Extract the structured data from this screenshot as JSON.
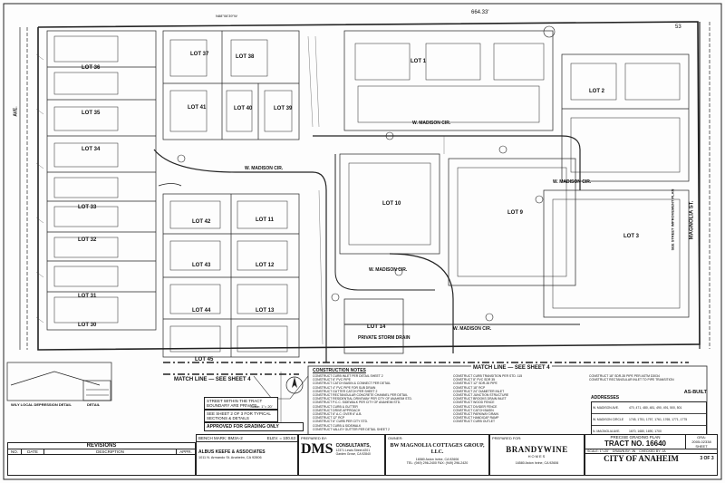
{
  "header": {
    "top_dim_left": "N88°06'39\"W",
    "top_dim_right": "664.33'",
    "sheet_corner": "53"
  },
  "lots": {
    "lot1": "LOT 1",
    "lot2": "LOT 2",
    "lot3": "LOT 3",
    "lot9": "LOT 9",
    "lot10": "LOT 10",
    "lot11": "LOT 11",
    "lot12": "LOT 12",
    "lot13": "LOT 13",
    "lot14": "LOT 14",
    "lot36": "LOT 36",
    "lot35": "LOT 35",
    "lot34": "LOT 34",
    "lot33": "LOT 33",
    "lot32": "LOT 32",
    "lot31": "LOT 31",
    "lot30": "LOT 30",
    "lot37": "LOT 37",
    "lot38": "LOT 38",
    "lot39": "LOT 39",
    "lot40": "LOT 40",
    "lot41": "LOT 41",
    "lot42": "LOT 42",
    "lot43": "LOT 43",
    "lot44": "LOT 44",
    "lot45": "LOT 45"
  },
  "streets": {
    "madison_cir": "W. MADISON CIR.",
    "magnolia": "MAGNOLIA ST.",
    "see_street_plan": "SEE STREET IMPROVEMENT PLAN",
    "private_storm_drain": "PRIVATE STORM DRAIN",
    "avenue_left": "AVE."
  },
  "match_line_main": "MATCH LINE — SEE SHEET 4",
  "match_line_left": "MATCH LINE — SEE SHEET 4",
  "notes_left": {
    "private_streets": "STREET WITHIN THE TRACT BOUNDARY ARE PRIVATE",
    "see_sheet": "SEE SHEET 2 OF 3 FOR TYPICAL SECTIONS & DETAILS",
    "approved": "APPROVED FOR GRADING ONLY",
    "low_point": "W/LY LOCAL DEPRESSION DETAIL",
    "detail": "DETAIL"
  },
  "construction_notes": {
    "title": "CONSTRUCTION NOTES",
    "col1": [
      "CONSTRUCT CURB INLET PER DETAIL SHEET 2",
      "CONSTRUCT 6\" PVC PIPE",
      "CONSTRUCT CATCH BASIN & CONNECT PER DETAIL",
      "CONSTRUCT 4\" PVC PIPE FOR SUB DRAIN",
      "CONSTRUCT GUTTER CATCH PER SHEET 2",
      "CONSTRUCT RECTANGULAR CONCRETE CHANNEL PER DETAIL",
      "CONSTRUCT RESIDENTIAL DRIVEWAY PER CITY OF ANAHEIM STD.",
      "CONSTRUCT P.C.C. SIDEWALK PER CITY OF ANAHEIM STD.",
      "CONSTRUCT CURB & GUTTER",
      "CONSTRUCT DRIVE APPROACH",
      "CONSTRUCT 6\" A.C. OVER 6\" A.B.",
      "CONSTRUCT 12\" RCP",
      "CONSTRUCT 6\" CURB PER CITY STD.",
      "CONSTRUCT CURB & SIDEWALK",
      "CONSTRUCT VALLEY GUTTER PER DETAIL SHEET 2"
    ],
    "col2": [
      "CONSTRUCT CURB TRANSITION PER STD. 115",
      "CONSTRUCT 8\" PVC SDR 35",
      "CONSTRUCT 12\" SDR-35 PIPE",
      "CONSTRUCT 18\" RCP",
      "CONSTRUCT 24\" DIAMETER INLET",
      "CONSTRUCT JUNCTION STRUCTURE",
      "CONSTRUCT BROOKS DRAIN INLET",
      "CONSTRUCT WOOD FENCE",
      "CONSTRUCT DIVIDER FENCE",
      "CONSTRUCT CATCH BASIN",
      "CONSTRUCT PARKWAY DRAIN",
      "CONSTRUCT HANDICAP RAMP",
      "CONSTRUCT CURB OUTLET"
    ],
    "col3": [
      "CONSTRUCT 18\" SDR-35 PIPE PER ASTM D3034",
      "CONSTRUCT RECTANGULAR INLET TO PIPE TRANSITION"
    ]
  },
  "addresses": {
    "title": "ADDRESSES",
    "asbuilt": "AS-BUILT",
    "rows": [
      {
        "street": "W. MADISON AVE.",
        "nums": "470, 471, 480, 481, 490, 491, 500, 501"
      },
      {
        "street": "W. MADISON CIRCLE",
        "nums": "1745, 1751, 1757, 1761, 1765, 1771, 1775"
      },
      {
        "street": "N. MAGNOLIA AVE.",
        "nums": "1670, 1680, 1690, 1700"
      }
    ]
  },
  "revisions": {
    "title": "REVISIONS",
    "cols": [
      "NO.",
      "DATE",
      "DESCRIPTION",
      "APPR."
    ]
  },
  "benchmark": {
    "text": "BENCH MARK: BM3A-2",
    "elev": "ELEV. = 100.63"
  },
  "engineer": {
    "name": "ALBUS KEEFE & ASSOCIATES",
    "address": "1011 N. Armando St. Anaheim, CA 92806"
  },
  "prepared_by": {
    "label": "PREPARED BY:",
    "firm": "DMS",
    "firm_sub": "CONSULTANTS,",
    "addr": "12371 Lewis Street #201 Garden Grove, CA 92840"
  },
  "owner": {
    "label": "OWNER:",
    "name": "BW MAGNOLIA COTTAGES GROUP, LLC.",
    "addr": "16580 Aston Irvine, CA 92606",
    "phone": "TEL: (949) 296-2400  FAX: (949) 296-2420"
  },
  "prepared_for": {
    "label": "PREPARED FOR:",
    "name": "BRANDYWINE",
    "sub": "HOMES",
    "addr": "16580 Aston Irvine, CA 92606"
  },
  "title_block": {
    "plan": "PRECISE GRADING PLAN",
    "tract": "TRACT NO. 16640",
    "gra_label": "GRA:",
    "gra_num": "2005-02338",
    "sheet_label": "SHEET",
    "sheet": "3 OF 3",
    "city": "CITY OF ANAHEIM",
    "scale": "SCALE: 1\"=20'",
    "drawn": "DRAWN BY: JN",
    "checked": "CHECKED BY: JA"
  },
  "scale_bar": "Scale: 1\"= 20'"
}
